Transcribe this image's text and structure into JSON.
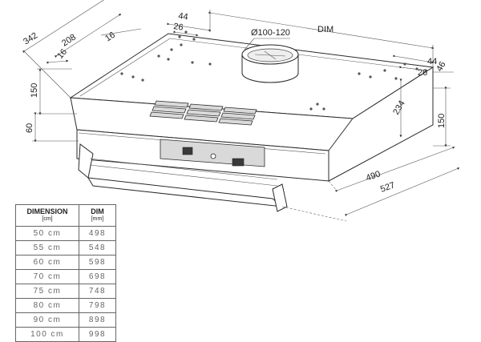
{
  "dimensions": {
    "dim_label": "DIM",
    "depth_total": "342",
    "depth_208": "208",
    "offset_16_top": "16",
    "offset_16_side": "16",
    "top_44": "44",
    "top_26": "26",
    "right_44": "44",
    "right_26": "26",
    "right_46": "46",
    "height_150_left": "150",
    "height_60": "60",
    "height_234": "234",
    "height_150_right": "150",
    "depth_490": "490",
    "depth_527": "527",
    "outlet_diameter": "Ø100-120"
  },
  "table": {
    "header_dimension": "DIMENSION",
    "header_dimension_unit": "[cm]",
    "header_dim": "DIM",
    "header_dim_unit": "[mm]",
    "rows": [
      {
        "size": "50 cm",
        "dim": "498"
      },
      {
        "size": "55 cm",
        "dim": "548"
      },
      {
        "size": "60 cm",
        "dim": "598"
      },
      {
        "size": "70 cm",
        "dim": "698"
      },
      {
        "size": "75 cm",
        "dim": "748"
      },
      {
        "size": "80 cm",
        "dim": "798"
      },
      {
        "size": "90 cm",
        "dim": "898"
      },
      {
        "size": "100 cm",
        "dim": "998"
      }
    ]
  }
}
